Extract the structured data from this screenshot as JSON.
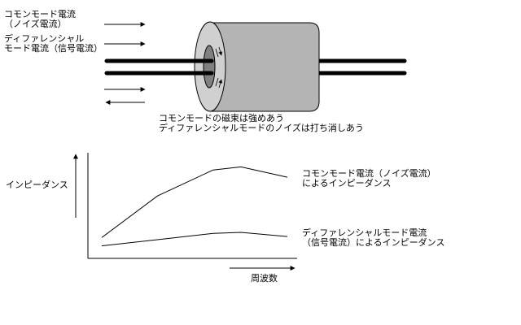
{
  "legend_top": {
    "common_mode": [
      "コモンモード電流",
      "（ノイズ電流）"
    ],
    "differential_mode": [
      "ディファレンシャル",
      "モード電流（信号電流）"
    ]
  },
  "caption": [
    "コモンモードの磁束は強めあう",
    "ディファレンシャルモードのノイズは打ち消しあう"
  ],
  "chart_data": {
    "type": "line",
    "title": "",
    "xlabel": "周波数",
    "ylabel": "インピーダンス",
    "grid": false,
    "series": [
      {
        "name": "コモンモード電流（ノイズ電流）によるインピーダンス",
        "label_lines": [
          "コモンモード電流（ノイズ電流）",
          "によるインピーダンス"
        ],
        "x": [
          0,
          0.3,
          0.6,
          0.75,
          1.0
        ],
        "y": [
          0.2,
          0.6,
          0.85,
          0.88,
          0.78
        ]
      },
      {
        "name": "ディファレンシャルモード電流（信号電流）によるインピーダンス",
        "label_lines": [
          "ディファレンシャルモード電流",
          "（信号電流）によるインピーダンス"
        ],
        "x": [
          0,
          0.3,
          0.6,
          0.75,
          1.0
        ],
        "y": [
          0.12,
          0.18,
          0.24,
          0.25,
          0.21
        ]
      }
    ]
  },
  "colors": {
    "core": "#b4b4b4",
    "core_end": "#d0d0d0",
    "hole": "#808080",
    "line": "#000000"
  }
}
